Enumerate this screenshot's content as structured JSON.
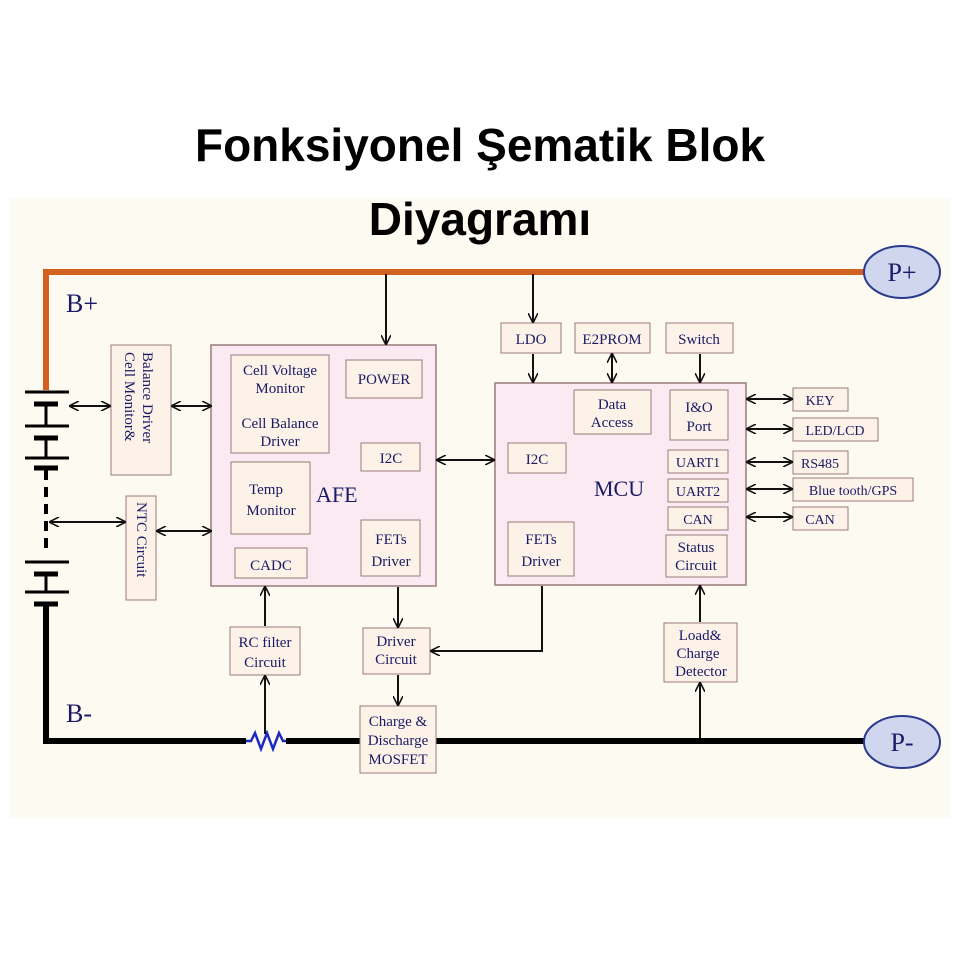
{
  "title": {
    "line1": "Fonksiyonel Şematik Blok",
    "line2": "Diyagramı"
  },
  "labels": {
    "b_plus": "B+",
    "b_minus": "B-",
    "p_plus": "P+",
    "p_minus": "P-",
    "cell_monitor_1": "Cell Monitor&",
    "cell_monitor_2": "Balance Driver",
    "ntc": "NTC Circuit",
    "afe": "AFE",
    "cell_voltage_1": "Cell Voltage",
    "cell_voltage_2": "Monitor",
    "cell_balance_1": "Cell Balance",
    "cell_balance_2": "Driver",
    "power": "POWER",
    "afe_i2c": "I2C",
    "temp_1": "Temp",
    "temp_2": "Monitor",
    "fets_1": "FETs",
    "fets_2": "Driver",
    "cadc": "CADC",
    "ldo": "LDO",
    "e2prom": "E2PROM",
    "switch": "Switch",
    "mcu": "MCU",
    "data_access_1": "Data",
    "data_access_2": "Access",
    "io_1": "I&O",
    "io_2": "Port",
    "mcu_i2c": "I2C",
    "uart1": "UART1",
    "uart2": "UART2",
    "can_port": "CAN",
    "mcu_fets_1": "FETs",
    "mcu_fets_2": "Driver",
    "status_1": "Status",
    "status_2": "Circuit",
    "key": "KEY",
    "led_lcd": "LED/LCD",
    "rs485": "RS485",
    "bluetooth": "Blue tooth/GPS",
    "can_ext": "CAN",
    "rc_1": "RC filter",
    "rc_2": "Circuit",
    "driver_1": "Driver",
    "driver_2": "Circuit",
    "load_1": "Load&",
    "load_2": "Charge",
    "load_3": "Detector",
    "mosfet_1": "Charge &",
    "mosfet_2": "Discharge",
    "mosfet_3": "MOSFET"
  },
  "colors": {
    "positive_rail": "#d2611f",
    "negative_rail": "#000000",
    "block_fill": "#fbeaf1",
    "box_fill": "#fcf2e8",
    "box_border": "#9a7a7a",
    "terminal_fill": "#cfd6ee",
    "terminal_stroke": "#2b3a8c",
    "resistor": "#1c2bbf",
    "text": "#1a1a66"
  }
}
